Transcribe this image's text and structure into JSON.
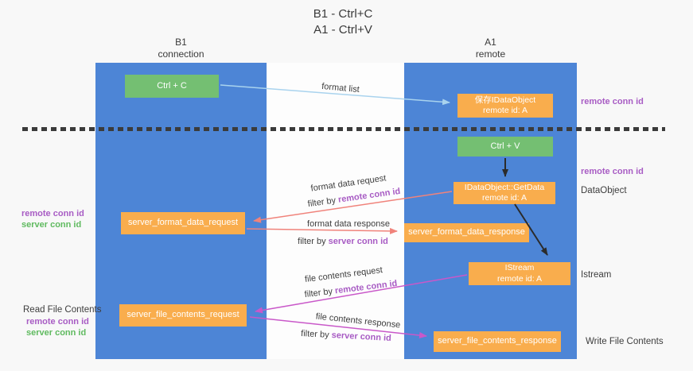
{
  "title": {
    "line1": "B1 - Ctrl+C",
    "line2": "A1 - Ctrl+V"
  },
  "lanes": {
    "left": {
      "name": "B1",
      "role": "connection"
    },
    "right": {
      "name": "A1",
      "role": "remote"
    }
  },
  "nodes": {
    "ctrl_c": {
      "label": "Ctrl + C"
    },
    "ctrl_v": {
      "label": "Ctrl + V"
    },
    "save_idataobject": {
      "line1": "保存IDataObject",
      "line2": "remote id: A"
    },
    "getdata": {
      "line1": "IDataObject::GetData",
      "line2": "remote id: A"
    },
    "istream": {
      "line1": "IStream",
      "line2": "remote id: A"
    },
    "server_format_data_request": {
      "label": "server_format_data_request"
    },
    "server_format_data_response": {
      "label": "server_format_data_response"
    },
    "server_file_contents_request": {
      "label": "server_file_contents_request"
    },
    "server_file_contents_response": {
      "label": "server_file_contents_response"
    }
  },
  "arrow_labels": {
    "format_list": "format list",
    "format_data_request": "format data request",
    "format_data_response": "format data response",
    "file_contents_request": "file contents request",
    "file_contents_response": "file contents response",
    "filter_by": "filter by ",
    "remote_conn_id": "remote conn id",
    "server_conn_id": "server conn id"
  },
  "side_labels": {
    "remote_conn_id": "remote conn id",
    "server_conn_id": "server conn id",
    "dataobject": "DataObject",
    "istream": "Istream",
    "read_file_contents": "Read File Contents",
    "write_file_contents": "Write File Contents"
  },
  "colors": {
    "lane_blue": "#4d85d6",
    "node_orange": "#f9ad4d",
    "node_green": "#74bf72",
    "arrow_lightblue": "#a9d3ee",
    "arrow_salmon": "#f0837b",
    "arrow_magenta": "#c958c9",
    "arrow_black": "#2b2b2b",
    "label_purple": "#a85cc4",
    "label_green": "#5fba5f"
  }
}
